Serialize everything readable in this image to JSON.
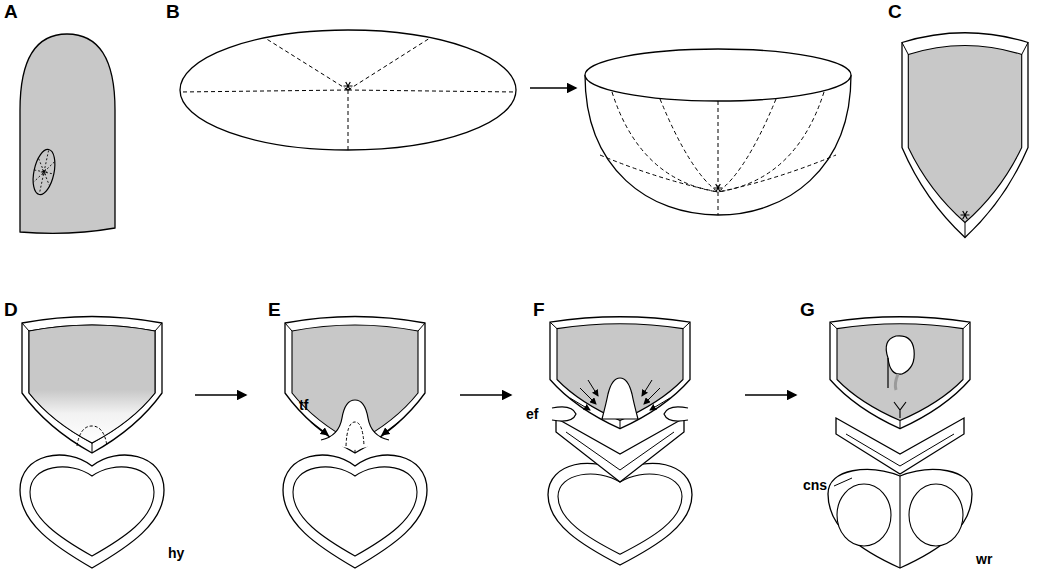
{
  "diagram": {
    "labels": [
      "A",
      "B",
      "C",
      "D",
      "E",
      "F",
      "G",
      "hy",
      "tf",
      "ef",
      "cns",
      "wr"
    ]
  }
}
